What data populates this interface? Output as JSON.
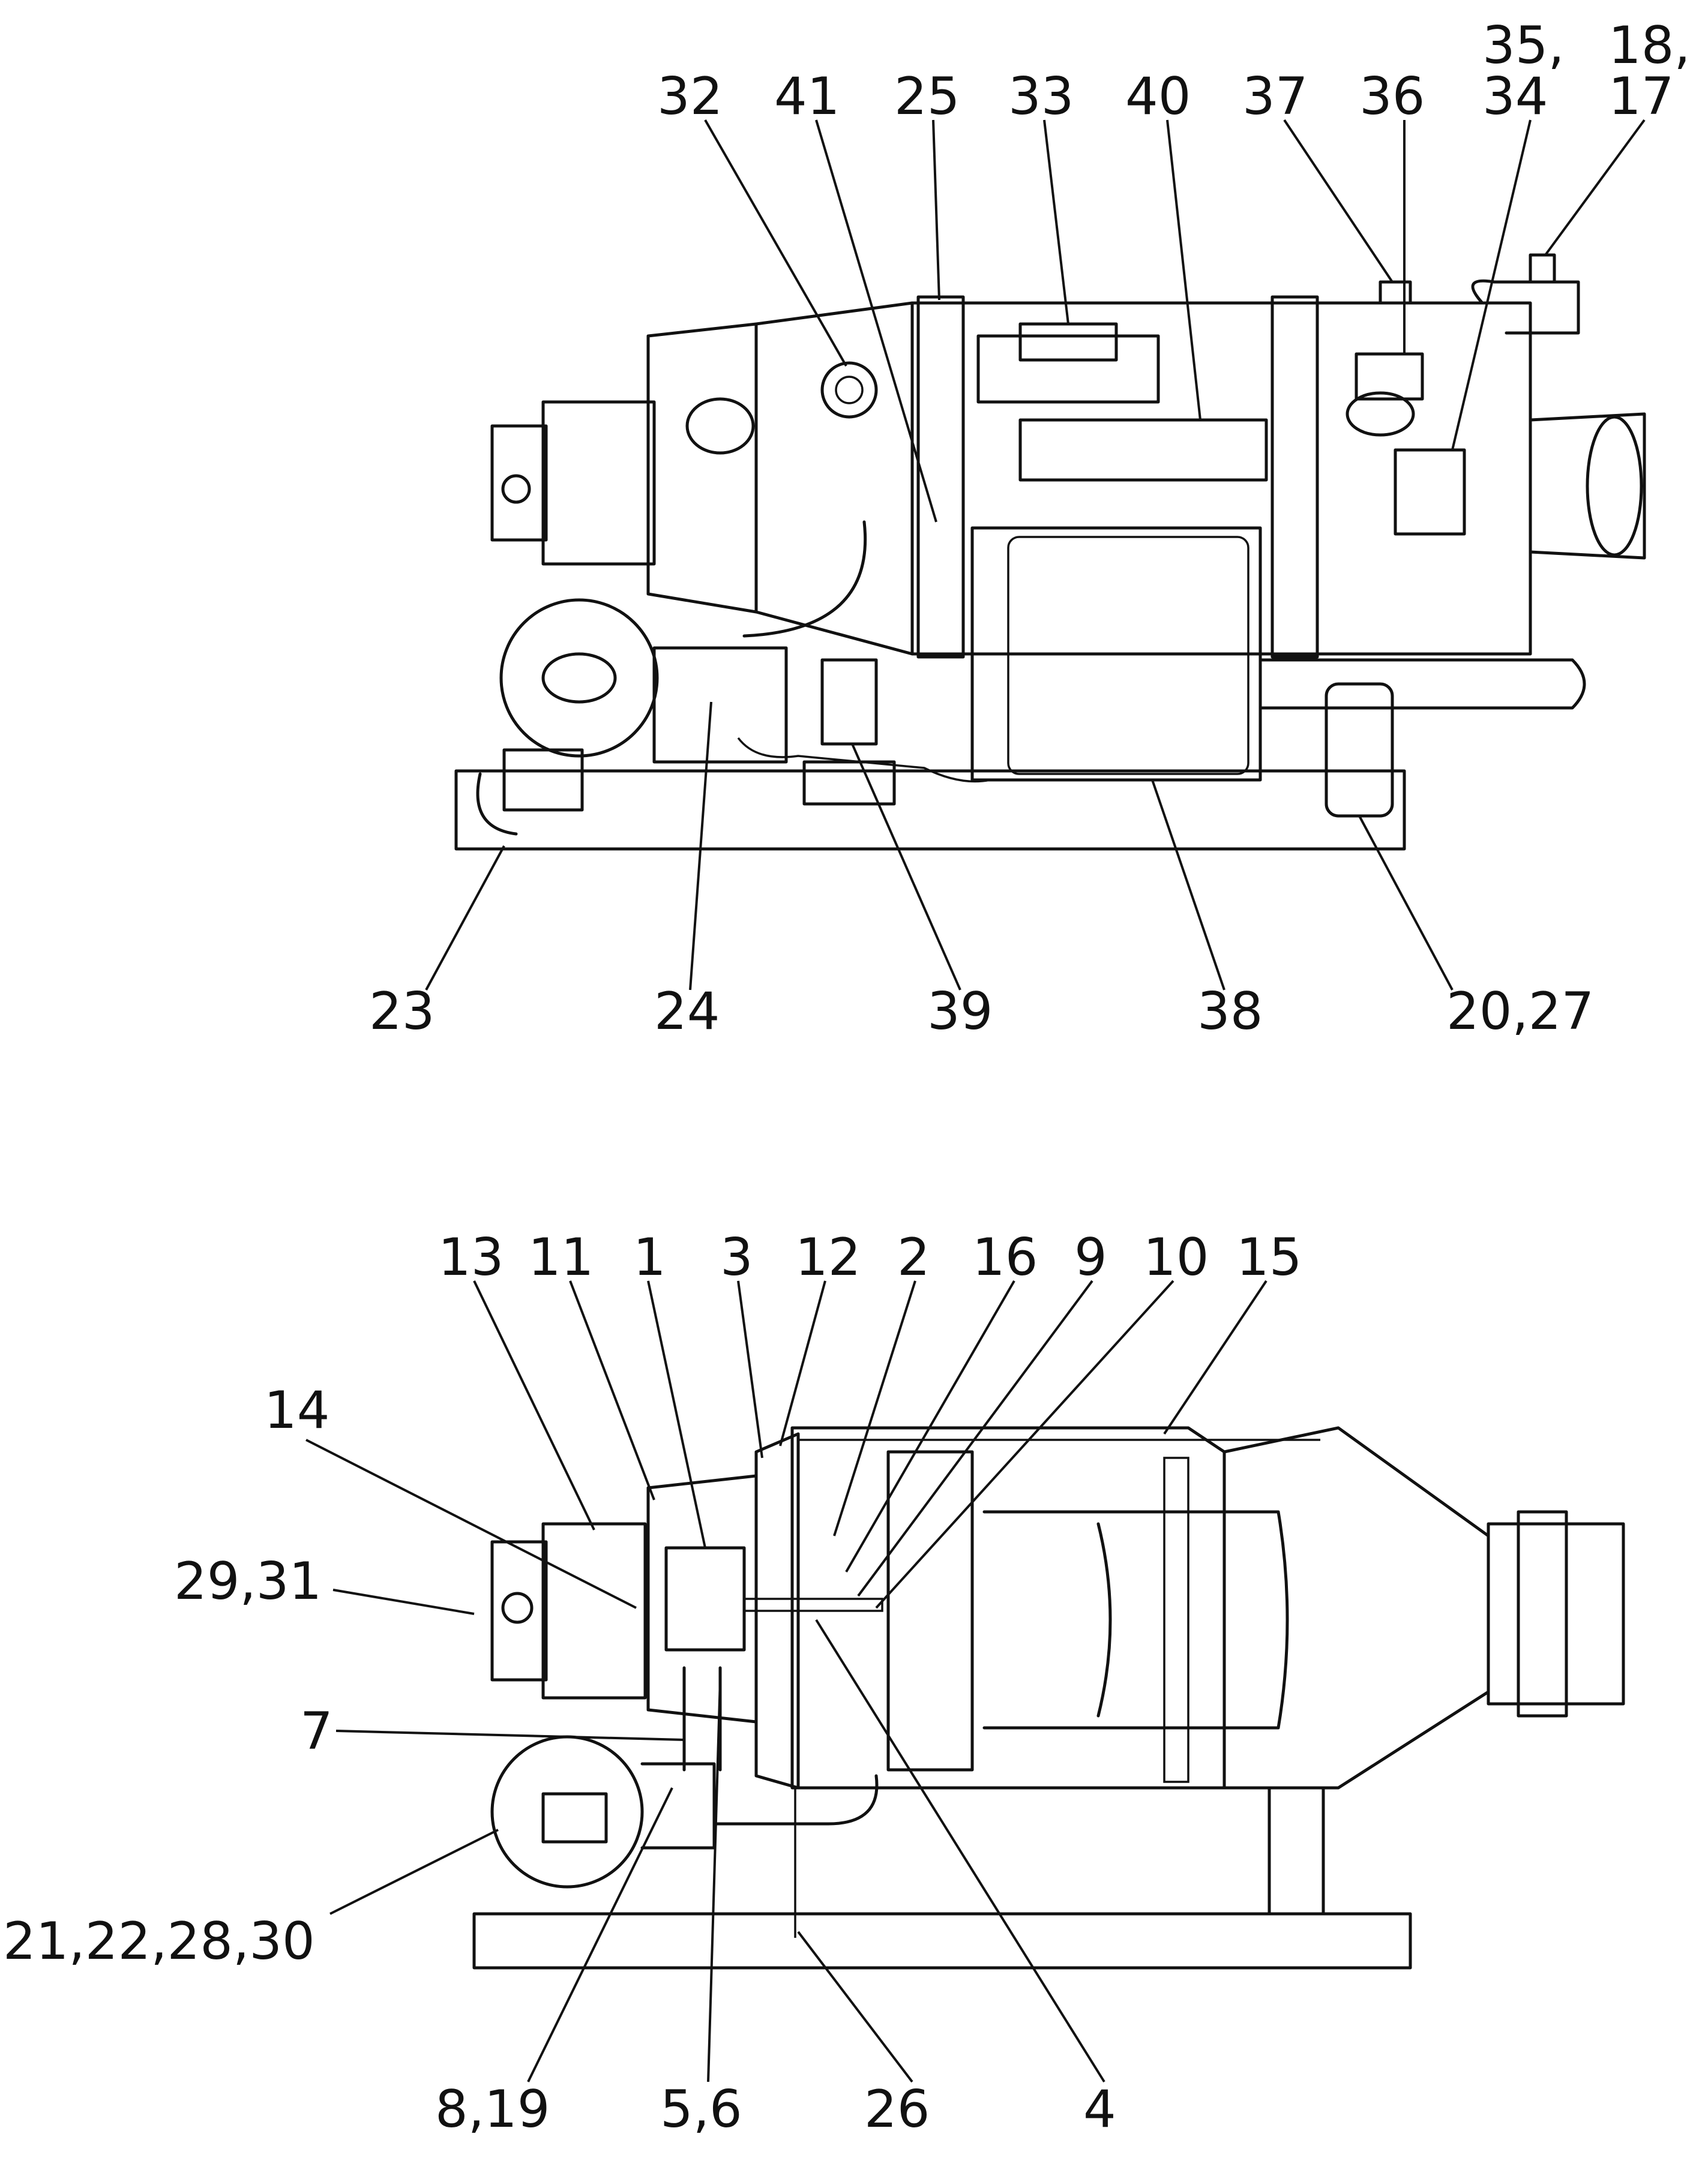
{
  "views": [
    {
      "id": "top-view",
      "callouts": [
        {
          "key": "c32",
          "text": "32"
        },
        {
          "key": "c41",
          "text": "41"
        },
        {
          "key": "c25",
          "text": "25"
        },
        {
          "key": "c33",
          "text": "33"
        },
        {
          "key": "c40",
          "text": "40"
        },
        {
          "key": "c37",
          "text": "37"
        },
        {
          "key": "c36",
          "text": "36"
        },
        {
          "key": "c35",
          "text": "35,"
        },
        {
          "key": "c34",
          "text": "34"
        },
        {
          "key": "c18",
          "text": "18,"
        },
        {
          "key": "c17",
          "text": "17"
        },
        {
          "key": "c23",
          "text": "23"
        },
        {
          "key": "c24",
          "text": "24"
        },
        {
          "key": "c39",
          "text": "39"
        },
        {
          "key": "c38",
          "text": "38"
        },
        {
          "key": "c20",
          "text": "20,27"
        }
      ]
    },
    {
      "id": "bottom-view",
      "callouts": [
        {
          "key": "c13",
          "text": "13"
        },
        {
          "key": "c11",
          "text": "11"
        },
        {
          "key": "c1",
          "text": "1"
        },
        {
          "key": "c3",
          "text": "3"
        },
        {
          "key": "c12",
          "text": "12"
        },
        {
          "key": "c2",
          "text": "2"
        },
        {
          "key": "c16",
          "text": "16"
        },
        {
          "key": "c9",
          "text": "9"
        },
        {
          "key": "c10",
          "text": "10"
        },
        {
          "key": "c15",
          "text": "15"
        },
        {
          "key": "c14",
          "text": "14"
        },
        {
          "key": "c29",
          "text": "29,31"
        },
        {
          "key": "c7",
          "text": "7"
        },
        {
          "key": "c21",
          "text": "21,22,28,30"
        },
        {
          "key": "c8",
          "text": "8,19"
        },
        {
          "key": "c5",
          "text": "5,6"
        },
        {
          "key": "c26",
          "text": "26"
        },
        {
          "key": "c4",
          "text": "4"
        }
      ]
    }
  ]
}
